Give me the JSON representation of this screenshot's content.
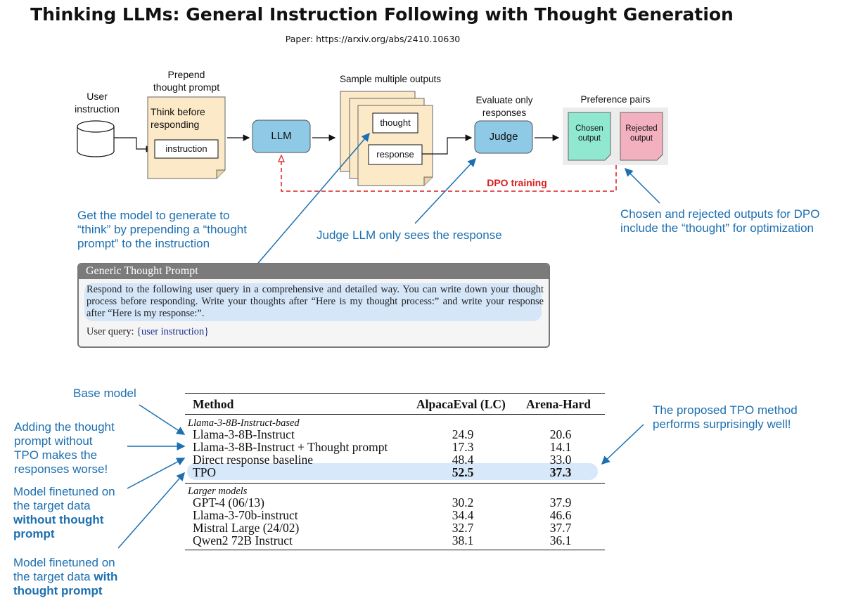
{
  "header": {
    "title": "Thinking LLMs: General Instruction Following with Thought Generation",
    "paper": "Paper: https://arxiv.org/abs/2410.10630"
  },
  "diagram": {
    "user_instruction": [
      "User",
      "instruction"
    ],
    "prepend_label": [
      "Prepend",
      "thought prompt"
    ],
    "think_text": [
      "Think before",
      "responding"
    ],
    "instruction_box": "instruction",
    "llm": "LLM",
    "sample_label": "Sample multiple outputs",
    "thought": "thought",
    "response": "response",
    "evaluate_label": [
      "Evaluate only",
      "responses"
    ],
    "judge": "Judge",
    "pairs_label": "Preference pairs",
    "chosen": [
      "Chosen",
      "output"
    ],
    "rejected": [
      "Rejected",
      "output"
    ],
    "dpo": "DPO training"
  },
  "annotations": {
    "think": [
      "Get the model to generate to",
      "“think” by prepending a “thought",
      "prompt” to the instruction"
    ],
    "judge": "Judge LLM only sees the response",
    "chosen": [
      "Chosen and rejected outputs for DPO",
      "include the “thought” for optimization"
    ],
    "base": "Base model",
    "adding": [
      "Adding the thought",
      "prompt without",
      "TPO makes the",
      "responses worse!"
    ],
    "ft_without": [
      "Model finetuned on",
      "the target data"
    ],
    "ft_without_bold": [
      "without thought",
      "prompt"
    ],
    "ft_with": [
      "Model finetuned on",
      "the target data "
    ],
    "ft_with_bold1": "with",
    "ft_with_bold2": "thought prompt",
    "tpo": [
      "The proposed TPO method",
      "performs surprisingly well!"
    ]
  },
  "prompt_box": {
    "title": "Generic Thought Prompt",
    "text": "Respond to the following user query in a comprehensive and detailed way.  You can write down your thought process before responding.  Write your thoughts after “Here is my thought process:” and write your response after “Here is my response:”.",
    "query_label": "User query: ",
    "query_var": "{user instruction}"
  },
  "table": {
    "headers": [
      "Method",
      "AlpacaEval (LC)",
      "Arena-Hard"
    ],
    "group1": "Llama-3-8B-Instruct-based",
    "rows1": [
      {
        "method": "Llama-3-8B-Instruct",
        "alpaca": "24.9",
        "arena": "20.6"
      },
      {
        "method": "Llama-3-8B-Instruct + Thought prompt",
        "alpaca": "17.3",
        "arena": "14.1"
      },
      {
        "method": "Direct response baseline",
        "alpaca": "48.4",
        "arena": "33.0"
      },
      {
        "method": "TPO",
        "alpaca": "52.5",
        "arena": "37.3"
      }
    ],
    "group2": "Larger models",
    "rows2": [
      {
        "method": "GPT-4 (06/13)",
        "alpaca": "30.2",
        "arena": "37.9"
      },
      {
        "method": "Llama-3-70b-instruct",
        "alpaca": "34.4",
        "arena": "46.6"
      },
      {
        "method": "Mistral Large (24/02)",
        "alpaca": "32.7",
        "arena": "37.7"
      },
      {
        "method": "Qwen2 72B Instruct",
        "alpaca": "38.1",
        "arena": "36.1"
      }
    ]
  },
  "colors": {
    "annotation_blue": "#1c6fb0",
    "llm_fill": "#8ec9e6",
    "paper_fill": "#fbe9c7",
    "chosen_fill": "#8fe8cf",
    "rejected_fill": "#f3b1c0",
    "dpo_red": "#d81e1e"
  }
}
